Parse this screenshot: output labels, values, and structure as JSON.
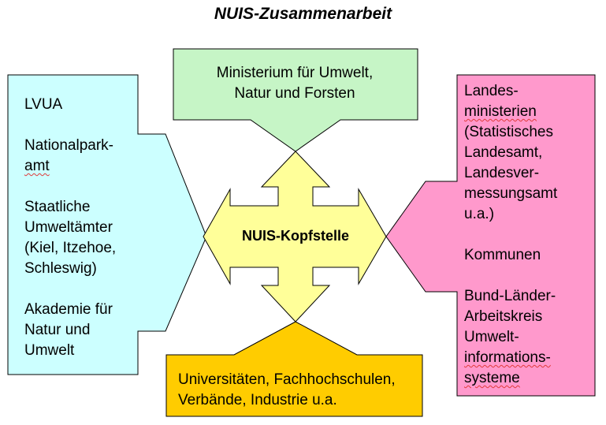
{
  "title": "NUIS-Zusammenarbeit",
  "center": {
    "label": "NUIS-Kopfstelle"
  },
  "top_box": {
    "lines": [
      "Ministerium für Umwelt,",
      "Natur und Forsten"
    ]
  },
  "left_box": {
    "lines": [
      "LVUA",
      "",
      "Nationalpark-",
      "amt",
      "",
      "Staatliche",
      "Umweltämter",
      "(Kiel, Itzehoe,",
      "Schleswig)",
      "",
      "Akademie für",
      "Natur und",
      "Umwelt"
    ]
  },
  "right_box": {
    "lines": [
      "Landes-",
      "ministerien",
      "(Statistisches",
      "Landesamt,",
      "Landesver-",
      "messungsamt",
      "u.a.)",
      "",
      "Kommunen",
      "",
      "Bund-Länder-",
      "Arbeitskreis",
      "Umwelt-",
      "informations-",
      "systeme"
    ]
  },
  "bottom_box": {
    "lines": [
      "Universitäten, Fachhochschulen,",
      "Verbände, Industrie u.a."
    ]
  },
  "colors": {
    "top_box": "#c6f5c6",
    "left_box": "#ccffff",
    "right_box": "#ff99cc",
    "bottom_box": "#ffcc00",
    "center_arrow": "#ffff99",
    "outline": "#000000",
    "background": "#ffffff"
  }
}
